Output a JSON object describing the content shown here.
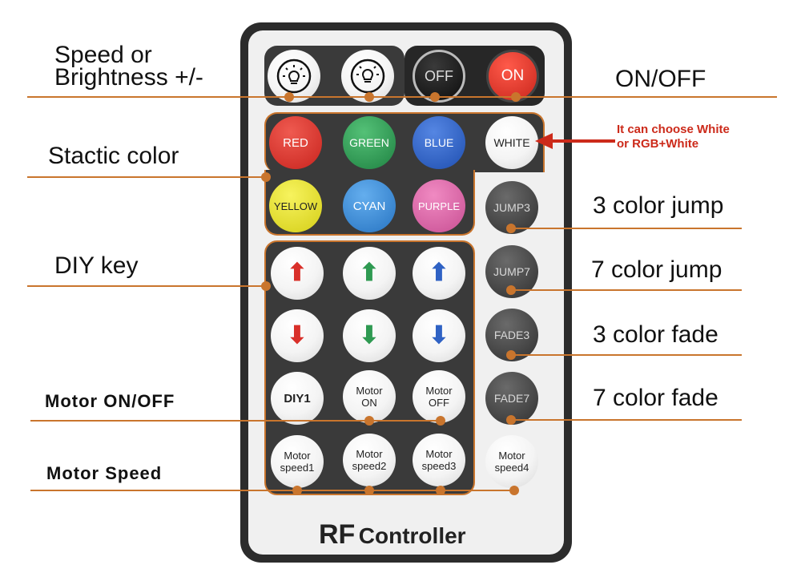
{
  "labels": {
    "speed_line1": "Speed  or",
    "speed_line2": "Brightness +/-",
    "onoff": "ON/OFF",
    "static_color": "Stactic color",
    "note_line1": "It can choose White",
    "note_line2": "or RGB+White",
    "jump3": "3 color jump",
    "jump7": "7 color jump",
    "fade3": "3 color fade",
    "fade7": "7 color fade",
    "diy_key": "DIY key",
    "motor_onoff": "Motor  ON/OFF",
    "motor_speed": "Motor  Speed"
  },
  "buttons": {
    "off": "OFF",
    "on": "ON",
    "red": "RED",
    "green": "GREEN",
    "blue": "BLUE",
    "white": "WHITE",
    "yellow": "YELLOW",
    "cyan": "CYAN",
    "purple": "PURPLE",
    "jump3": "JUMP3",
    "jump7": "JUMP7",
    "fade3": "FADE3",
    "fade7": "FADE7",
    "diy1": "DIY1",
    "motor_on": [
      "Motor",
      "ON"
    ],
    "motor_off": [
      "Motor",
      "OFF"
    ],
    "speed1": [
      "Motor",
      "speed1"
    ],
    "speed2": [
      "Motor",
      "speed2"
    ],
    "speed3": [
      "Motor",
      "speed3"
    ],
    "speed4": [
      "Motor",
      "speed4"
    ]
  },
  "title": {
    "rf": "RF",
    "controller": "Controller"
  },
  "colors": {
    "accent_line": "#c9752d",
    "note_red": "#cc2a1a",
    "red_btn": "#d9302a",
    "green_btn": "#2f9a52",
    "blue_btn": "#2f62c4",
    "yellow_btn": "#e9e33a",
    "cyan_btn": "#3c8fd6",
    "purple_btn": "#d86aa8"
  },
  "icons": [
    "brightness-up-icon",
    "brightness-down-icon",
    "arrow-up-icon",
    "arrow-down-icon"
  ]
}
